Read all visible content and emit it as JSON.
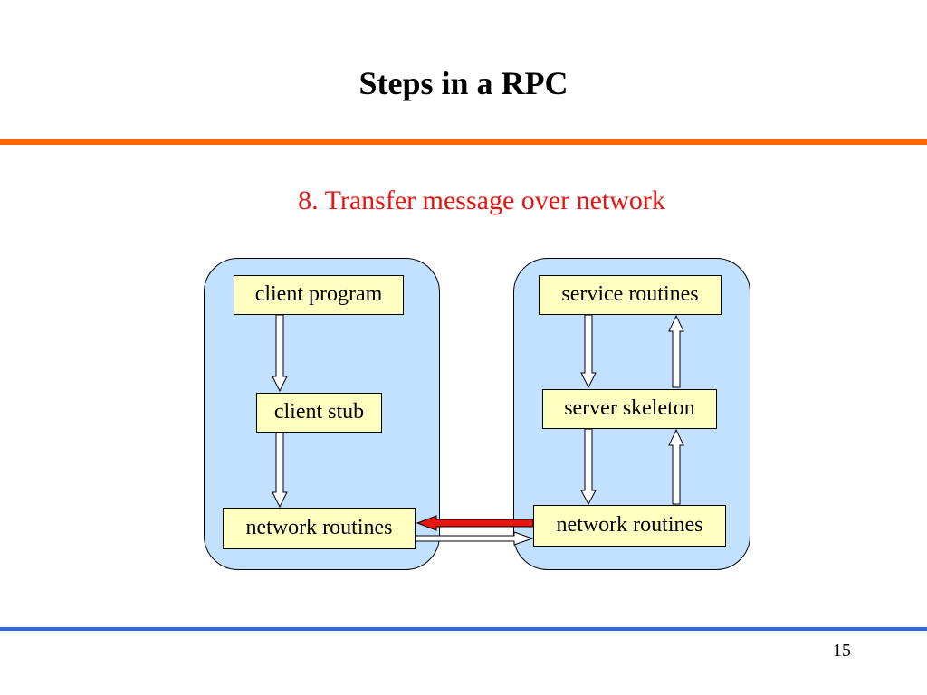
{
  "slide": {
    "title": "Steps in a RPC",
    "step_caption": "8. Transfer message over network",
    "page_number": "15"
  },
  "diagram": {
    "client": {
      "program": "client program",
      "stub": "client stub",
      "network": "network routines"
    },
    "server": {
      "service": "service routines",
      "skeleton": "server skeleton",
      "network": "network routines"
    },
    "colors": {
      "machine_fill": "#c2e0ff",
      "box_fill": "#ffffc2",
      "active_arrow": "#e8140f",
      "caption": "#e8140f",
      "top_rule": "#ff6600",
      "bottom_rule": "#3366e0"
    }
  }
}
